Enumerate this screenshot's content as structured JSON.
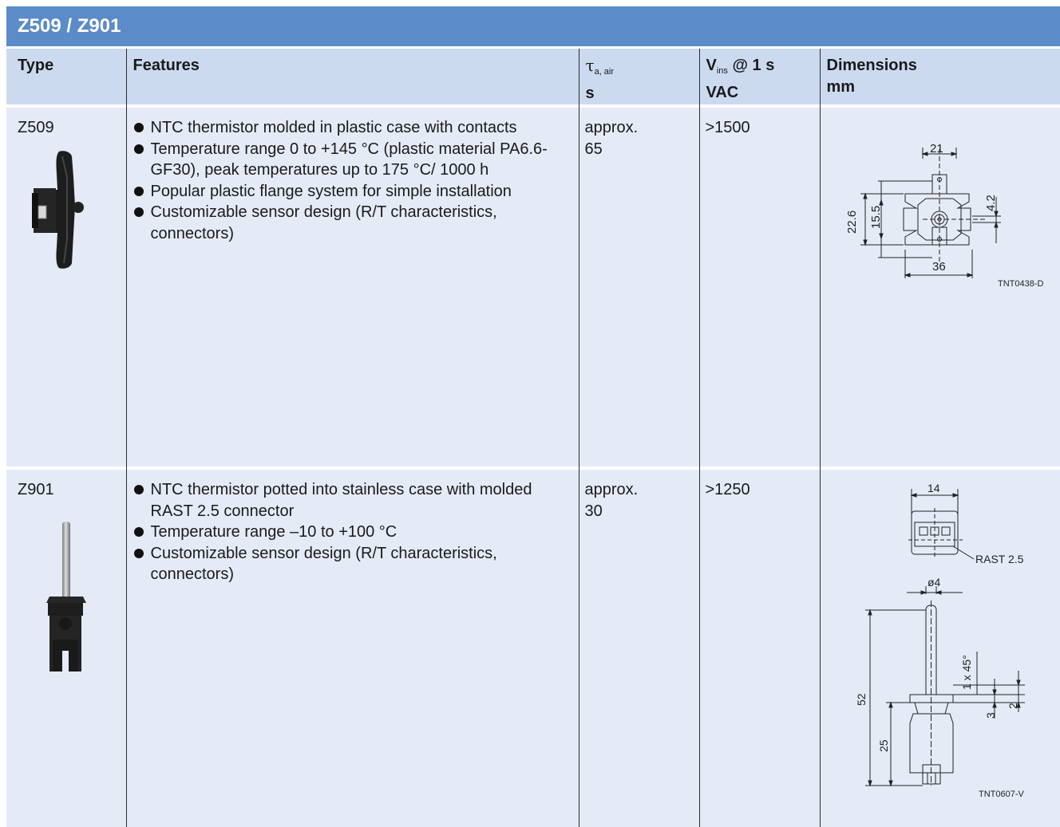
{
  "page": {
    "title": "Z509 / Z901"
  },
  "columns": {
    "type": "Type",
    "features": "Features",
    "tau_symbol": "τ",
    "tau_sub": "a, air",
    "tau_unit": "s",
    "vins_main": "V",
    "vins_sub": "ins",
    "vins_rest": " @ 1 s",
    "vins_unit": "VAC",
    "dimensions": "Dimensions",
    "dimensions_unit": "mm"
  },
  "rows": [
    {
      "type": "Z509",
      "features": [
        "NTC thermistor molded in plastic case with contacts",
        "Temperature range 0 to +145 °C (plastic material PA6.6-GF30), peak temperatures up to 175 °C/ 1000 h",
        "Popular plastic flange system for simple installation",
        "Customizable sensor design (R/T characteristics, connectors)"
      ],
      "tau_line1": "approx.",
      "tau_line2": "65",
      "vins": ">1500",
      "drawing": {
        "dim_21": "21",
        "dim_36": "36",
        "dim_22_6": "22.6",
        "dim_15_5": "15.5",
        "dim_4_2": "4.2",
        "code": "TNT0438-D"
      }
    },
    {
      "type": "Z901",
      "features": [
        "NTC thermistor potted into stainless case with molded RAST 2.5 connector",
        "Temperature range –10 to +100 °C",
        "Customizable sensor design (R/T characteristics, connectors)"
      ],
      "tau_line1": "approx.",
      "tau_line2": "30",
      "vins": ">1250",
      "drawing": {
        "dim_14": "14",
        "rast": "RAST 2.5",
        "dia4": "ø4",
        "dim_52": "52",
        "dim_25": "25",
        "chamfer": "1 x 45°",
        "dim_2": "2",
        "dim_3": "3",
        "code": "TNT0607-V"
      }
    }
  ],
  "colors": {
    "title_bar": "#5b8bc8",
    "header_bg": "#ccdaf0",
    "row_bg": "#e4ebf7"
  }
}
